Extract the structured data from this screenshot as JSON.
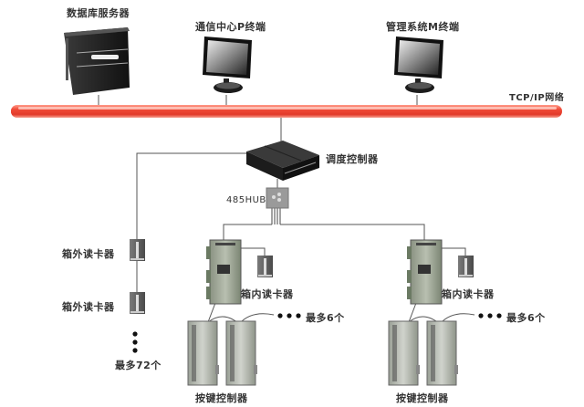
{
  "diagram": {
    "network_label": "TCP/IP网络",
    "top_devices": [
      {
        "label": "数据库服务器",
        "type": "server"
      },
      {
        "label": "通信中心P终端",
        "type": "monitor"
      },
      {
        "label": "管理系统M终端",
        "type": "monitor"
      }
    ],
    "dispatch_controller": {
      "label": "调度控制器"
    },
    "hub": {
      "label": "485HUB"
    },
    "outer_readers": {
      "items": [
        {
          "label": "箱外读卡器"
        },
        {
          "label": "箱外读卡器"
        }
      ],
      "max_label": "最多72个"
    },
    "groups": [
      {
        "inner_reader_label": "箱内读卡器",
        "key_controller_label": "按键控制器",
        "max_label": "最多6个"
      },
      {
        "inner_reader_label": "箱内读卡器",
        "key_controller_label": "按键控制器",
        "max_label": "最多6个"
      }
    ],
    "colors": {
      "network_bar": "#e8473a",
      "network_highlight": "#ffb3a6",
      "device_dark": "#1e1e1e",
      "line": "#555555",
      "board_green": "#5d6b55",
      "reader": "#6a6a6a"
    }
  }
}
